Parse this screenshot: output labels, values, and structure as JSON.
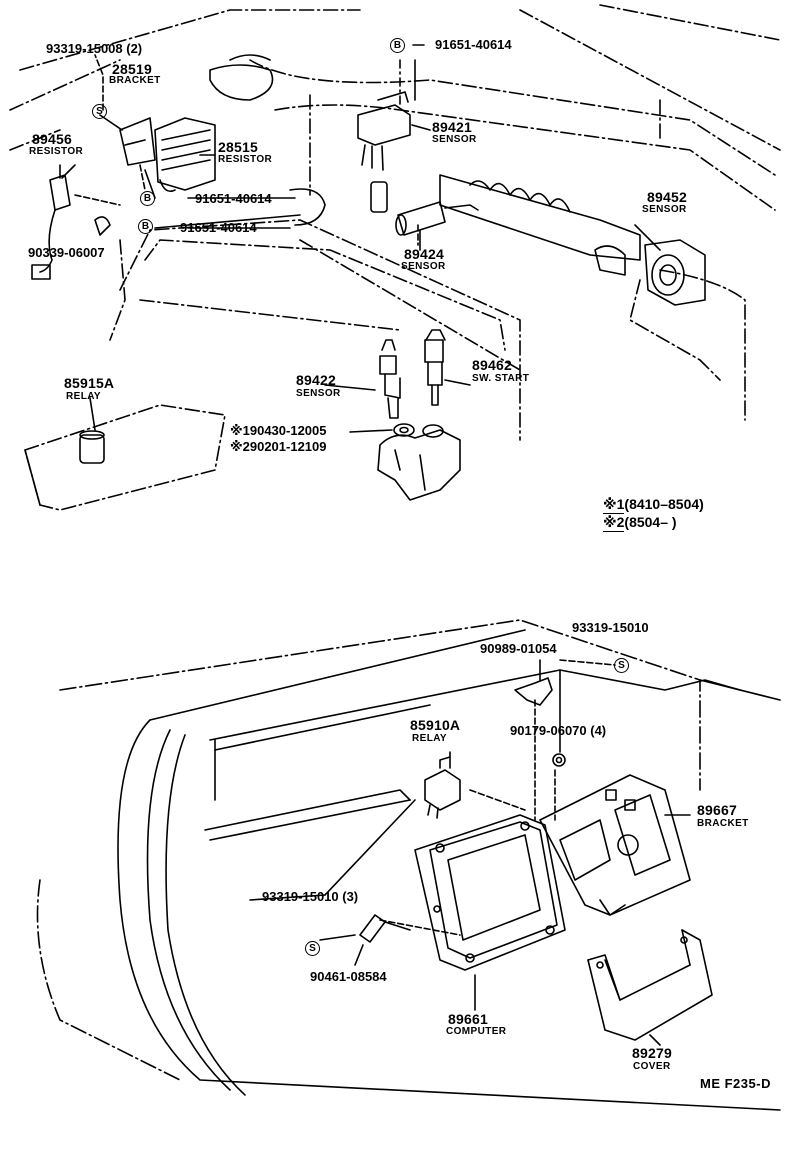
{
  "upper": {
    "p93319_15008": {
      "code": "93319-15008 (2)"
    },
    "p28519": {
      "code": "28519",
      "name": "BRACKET"
    },
    "p28515": {
      "code": "28515",
      "name": "RESISTOR"
    },
    "p89456": {
      "code": "89456",
      "name": "RESISTOR"
    },
    "p91651_a": {
      "code": "91651-40614"
    },
    "p91651_b": {
      "code": "91651-40614"
    },
    "p91651_c": {
      "code": "91651-40614"
    },
    "p90339": {
      "code": "90339-06007"
    },
    "p89421": {
      "code": "89421",
      "name": "SENSOR"
    },
    "p89424": {
      "code": "89424",
      "name": "SENSOR"
    },
    "p89452": {
      "code": "89452",
      "name": "SENSOR"
    },
    "p89462": {
      "code": "89462",
      "name": "SW. START"
    },
    "p89422": {
      "code": "89422",
      "name": "SENSOR"
    },
    "p85915A": {
      "code": "85915A",
      "name": "RELAY"
    },
    "p90430": {
      "code": "※190430-12005"
    },
    "p90201": {
      "code": "※290201-12109"
    },
    "note1": {
      "mark": "※1",
      "text": "(8410–8504)"
    },
    "note2": {
      "mark": "※2",
      "text": "(8504–        )"
    }
  },
  "lower": {
    "p93319_15010": {
      "code": "93319-15010"
    },
    "p90989": {
      "code": "90989-01054"
    },
    "p90179": {
      "code": "90179-06070 (4)"
    },
    "p85910A": {
      "code": "85910A",
      "name": "RELAY"
    },
    "p89667": {
      "code": "89667",
      "name": "BRACKET"
    },
    "p93319_15010_3": {
      "code": "93319-15010 (3)"
    },
    "p90461": {
      "code": "90461-08584"
    },
    "p89661": {
      "code": "89661",
      "name": "COMPUTER"
    },
    "p89279": {
      "code": "89279",
      "name": "COVER"
    }
  },
  "symbols": {
    "screw": "S",
    "bolt": "B"
  },
  "ref_code": "ME F235-D"
}
